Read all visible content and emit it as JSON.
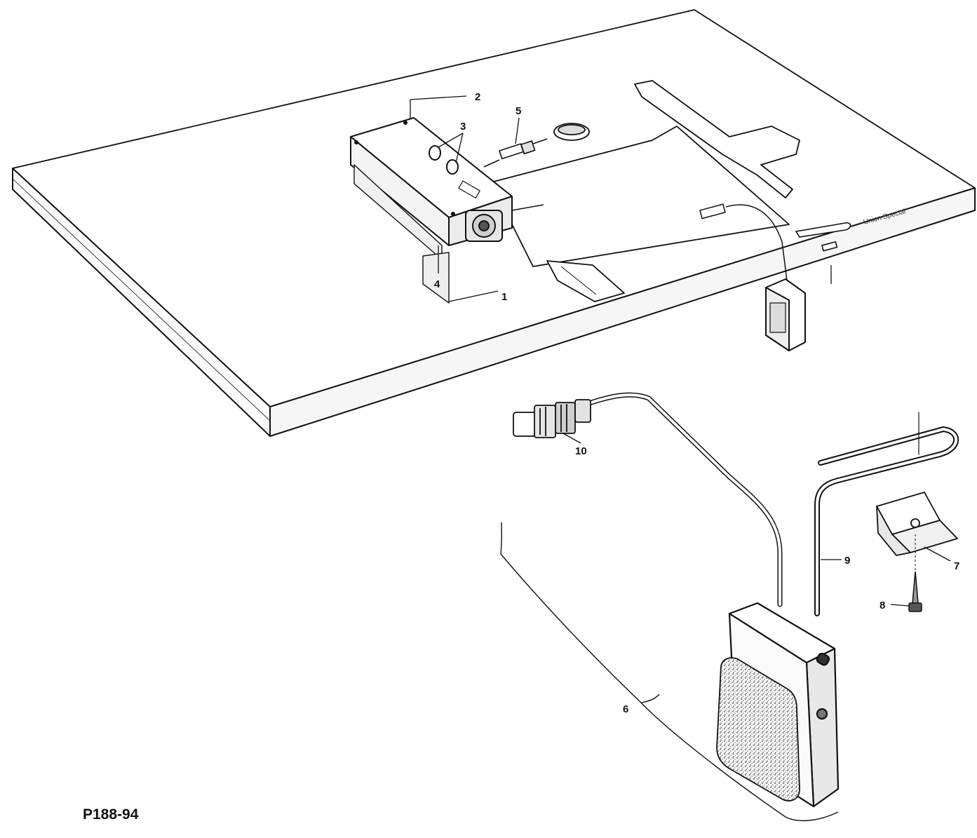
{
  "figure": {
    "code": "P188-94",
    "table_brand_text": "Union Special"
  },
  "callouts": [
    {
      "id": "1",
      "label": "1"
    },
    {
      "id": "2",
      "label": "2"
    },
    {
      "id": "3",
      "label": "3"
    },
    {
      "id": "4",
      "label": "4"
    },
    {
      "id": "5",
      "label": "5"
    },
    {
      "id": "6",
      "label": "6"
    },
    {
      "id": "7",
      "label": "7"
    },
    {
      "id": "8",
      "label": "8"
    },
    {
      "id": "9",
      "label": "9"
    },
    {
      "id": "10",
      "label": "10"
    }
  ],
  "colors": {
    "ink": "#111111",
    "paper": "#ffffff",
    "stipple": "#555555"
  }
}
